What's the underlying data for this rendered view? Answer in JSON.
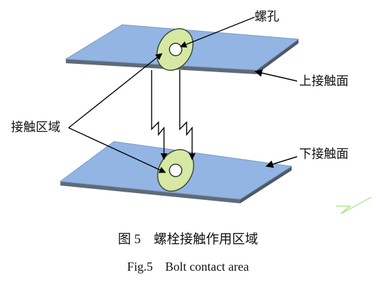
{
  "labels": {
    "bolt_hole": "螺孔",
    "upper_surface": "上接触面",
    "contact_region": "接触区域",
    "lower_surface": "下接触面"
  },
  "caption": {
    "zh": "图 5　螺栓接触作用区域",
    "en": "Fig.5　Bolt contact area"
  },
  "colors": {
    "plate_fill": "#93B5E3",
    "plate_edge": "#5F6A78",
    "contact_region": "#D6E8A4",
    "hole": "#FFFFFF",
    "watermark": "#9BE27A"
  }
}
